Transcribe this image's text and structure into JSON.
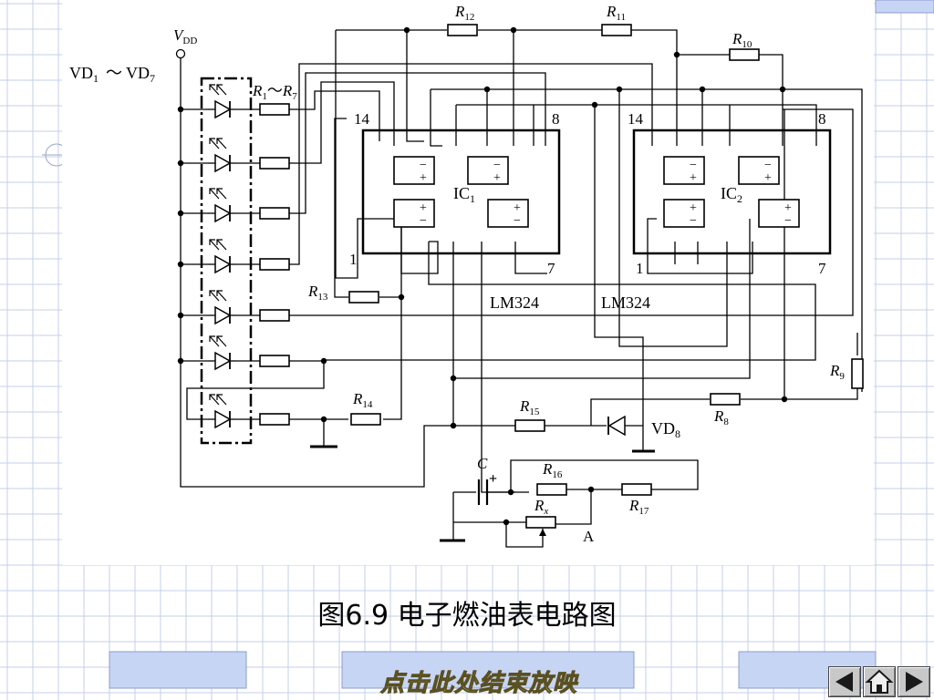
{
  "caption": "图6.9  电子燃油表电路图",
  "end_show_label": "点击此处结束放映",
  "nav": {
    "prev_icon": "triangle-left-icon",
    "home_icon": "house-icon",
    "next_icon": "triangle-right-icon"
  },
  "labels": {
    "vdd": "V",
    "vdd_sub": "DD",
    "vd_range_a": "VD",
    "vd_range_a_sub": "1",
    "vd_range_tilde": "～",
    "vd_range_b": "VD",
    "vd_range_b_sub": "7",
    "r1r7_a": "R",
    "r1r7_a_sub": "1",
    "r1r7_tilde": "～",
    "r1r7_b": "R",
    "r1r7_b_sub": "7",
    "r8": "R",
    "r8_sub": "8",
    "r9": "R",
    "r9_sub": "9",
    "r10": "R",
    "r10_sub": "10",
    "r11": "R",
    "r11_sub": "11",
    "r12": "R",
    "r12_sub": "12",
    "r13": "R",
    "r13_sub": "13",
    "r14": "R",
    "r14_sub": "14",
    "r15": "R",
    "r15_sub": "15",
    "r16": "R",
    "r16_sub": "16",
    "r17": "R",
    "r17_sub": "17",
    "rx": "R",
    "rx_sub": "x",
    "vd8": "VD",
    "vd8_sub": "8",
    "cap": "C",
    "cap_plus": "+",
    "node_a": "A",
    "ic1": "IC",
    "ic1_sub": "1",
    "ic2": "IC",
    "ic2_sub": "2",
    "lm324_a": "LM324",
    "lm324_b": "LM324",
    "pin14_a": "14",
    "pin8_a": "8",
    "pin1_a": "1",
    "pin7_a": "7",
    "pin14_b": "14",
    "pin8_b": "8",
    "pin1_b": "1",
    "pin7_b": "7",
    "minus": "−",
    "plus": "+"
  },
  "colors": {
    "grid_line": "#c6cfe8",
    "wire": "#000000",
    "panel_fill": "#c7d5f5",
    "end_show_text": "#d8d080"
  }
}
